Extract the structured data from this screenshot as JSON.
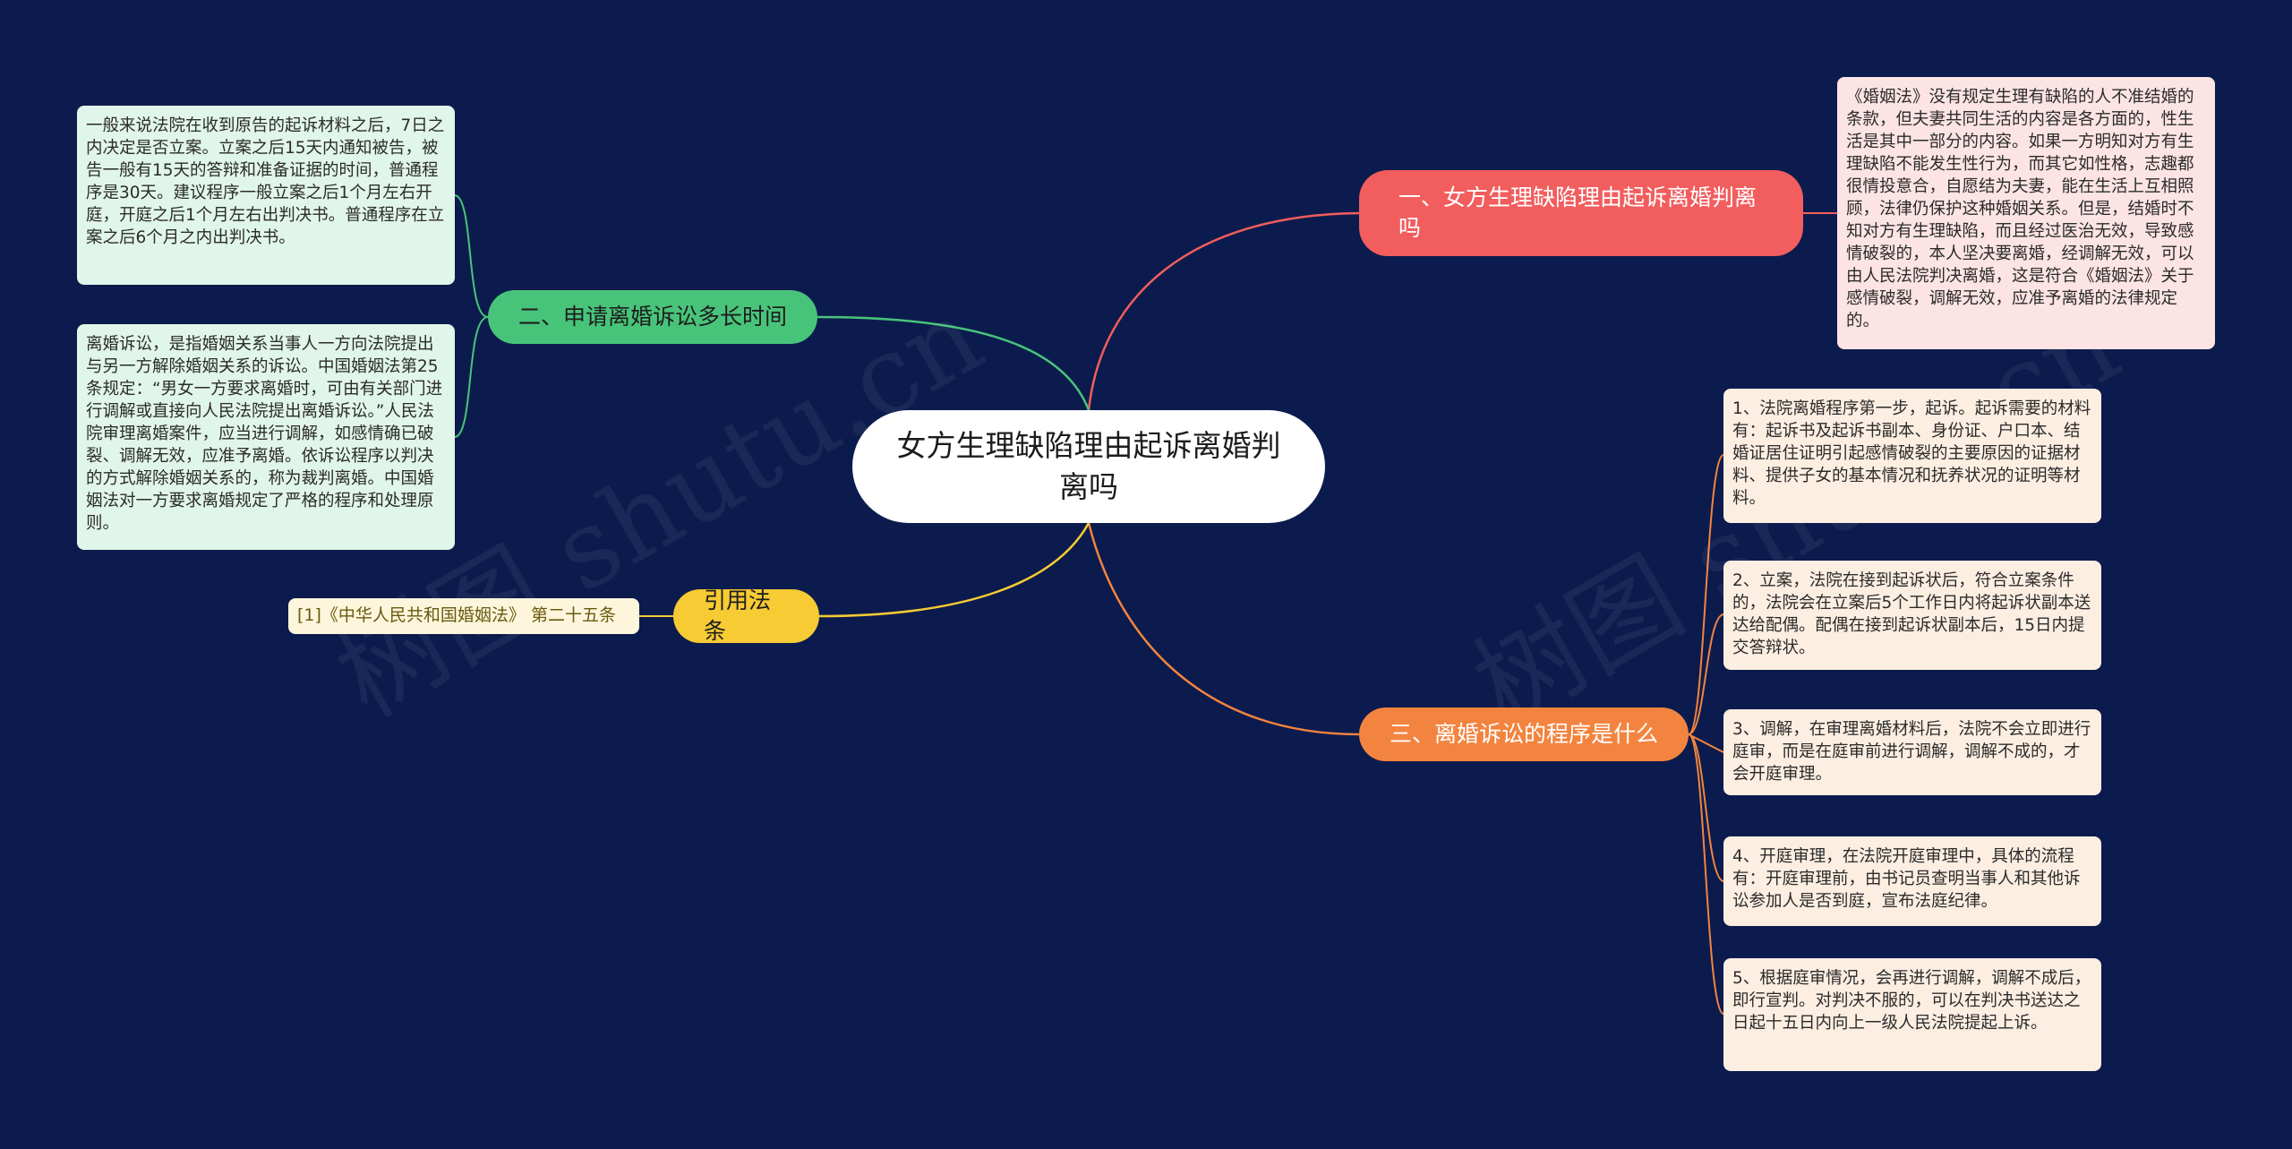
{
  "root": {
    "text": "女方生理缺陷理由起诉离婚判离吗"
  },
  "branches": [
    {
      "label": "一、女方生理缺陷理由起诉离婚判离吗",
      "color": "#f25d5d",
      "leaves": [
        "《婚姻法》没有规定生理有缺陷的人不准结婚的条款，但夫妻共同生活的内容是各方面的，性生活是其中一部分的内容。如果一方明知对方有生理缺陷不能发生性行为，而其它如性格，志趣都很情投意合，自愿结为夫妻，能在生活上互相照顾，法律仍保护这种婚姻关系。但是，结婚时不知对方有生理缺陷，而且经过医治无效，导致感情破裂的，本人坚决要离婚，经调解无效，可以由人民法院判决离婚，这是符合《婚姻法》关于感情破裂，调解无效，应准予离婚的法律规定的。"
      ]
    },
    {
      "label": "二、申请离婚诉讼多长时间",
      "color": "#48c47a",
      "leaves": [
        "一般来说法院在收到原告的起诉材料之后，7日之内决定是否立案。立案之后15天内通知被告，被告一般有15天的答辩和准备证据的时间，普通程序是30天。建议程序一般立案之后1个月左右开庭，开庭之后1个月左右出判决书。普通程序在立案之后6个月之内出判决书。",
        "离婚诉讼，是指婚姻关系当事人一方向法院提出与另一方解除婚姻关系的诉讼。中国婚姻法第25条规定：“男女一方要求离婚时，可由有关部门进行调解或直接向人民法院提出离婚诉讼。”人民法院审理离婚案件，应当进行调解，如感情确已破裂、调解无效，应准予离婚。依诉讼程序以判决的方式解除婚姻关系的，称为裁判离婚。中国婚姻法对一方要求离婚规定了严格的程序和处理原则。"
      ]
    },
    {
      "label": "三、离婚诉讼的程序是什么",
      "color": "#f3843f",
      "leaves": [
        "1、法院离婚程序第一步，起诉。起诉需要的材料有：起诉书及起诉书副本、身份证、户口本、结婚证居住证明引起感情破裂的主要原因的证据材料、提供子女的基本情况和抚养状况的证明等材料。",
        "2、立案，法院在接到起诉状后，符合立案条件的，法院会在立案后5个工作日内将起诉状副本送达给配偶。配偶在接到起诉状副本后，15日内提交答辩状。",
        "3、调解，在审理离婚材料后，法院不会立即进行庭审，而是在庭审前进行调解，调解不成的，才会开庭审理。",
        "4、开庭审理，在法院开庭审理中，具体的流程有：开庭审理前，由书记员查明当事人和其他诉讼参加人是否到庭，宣布法庭纪律。",
        "5、根据庭审情况，会再进行调解，调解不成后，即行宣判。对判决不服的，可以在判决书送达之日起十五日内向上一级人民法院提起上诉。"
      ]
    },
    {
      "label": "引用法条",
      "color": "#f6cb33",
      "leaves": [
        "[1]《中华人民共和国婚姻法》 第二十五条"
      ]
    }
  ],
  "colors": {
    "background": "#0c1b4d",
    "red": "#f25d5d",
    "green": "#48c47a",
    "orange": "#f3843f",
    "yellow": "#f6cb33"
  },
  "watermark": {
    "text": "树图 shutu.cn"
  }
}
